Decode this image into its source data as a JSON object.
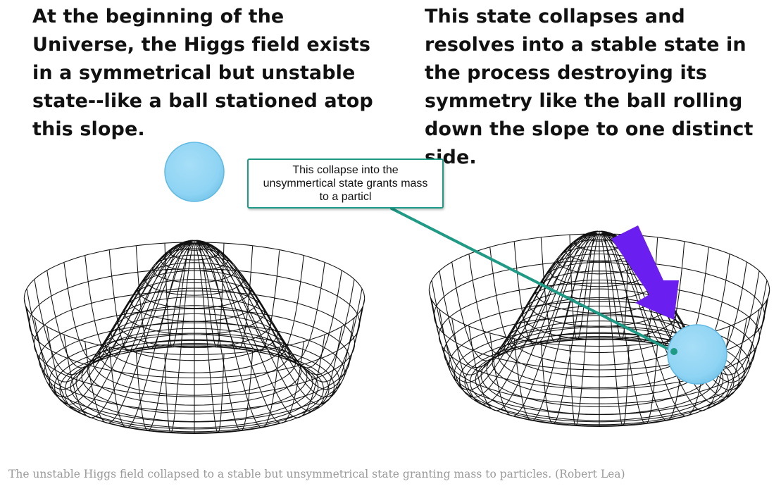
{
  "heading_left": "At the beginning of the Universe, the Higgs field exists in a symmetrical but unstable state--like a ball stationed atop this slope.",
  "heading_right": "This state collapses and resolves into a stable state in the process destroying its symmetry like the ball rolling down the slope to one distinct side.",
  "callout": "This collapse into the unsymmertical state grants mass to a particl",
  "caption": "The unstable Higgs field collapsed to a stable but unsymmetrical state granting mass to particles. (Robert Lea)",
  "colors": {
    "ball": "#8fd4f4",
    "arrow": "#6a1ef0",
    "connector": "#1e9a85",
    "mesh": "#111111",
    "caption_text": "#9a9a9a"
  },
  "icons": {
    "direction_arrow": "arrow-down-right-icon"
  }
}
